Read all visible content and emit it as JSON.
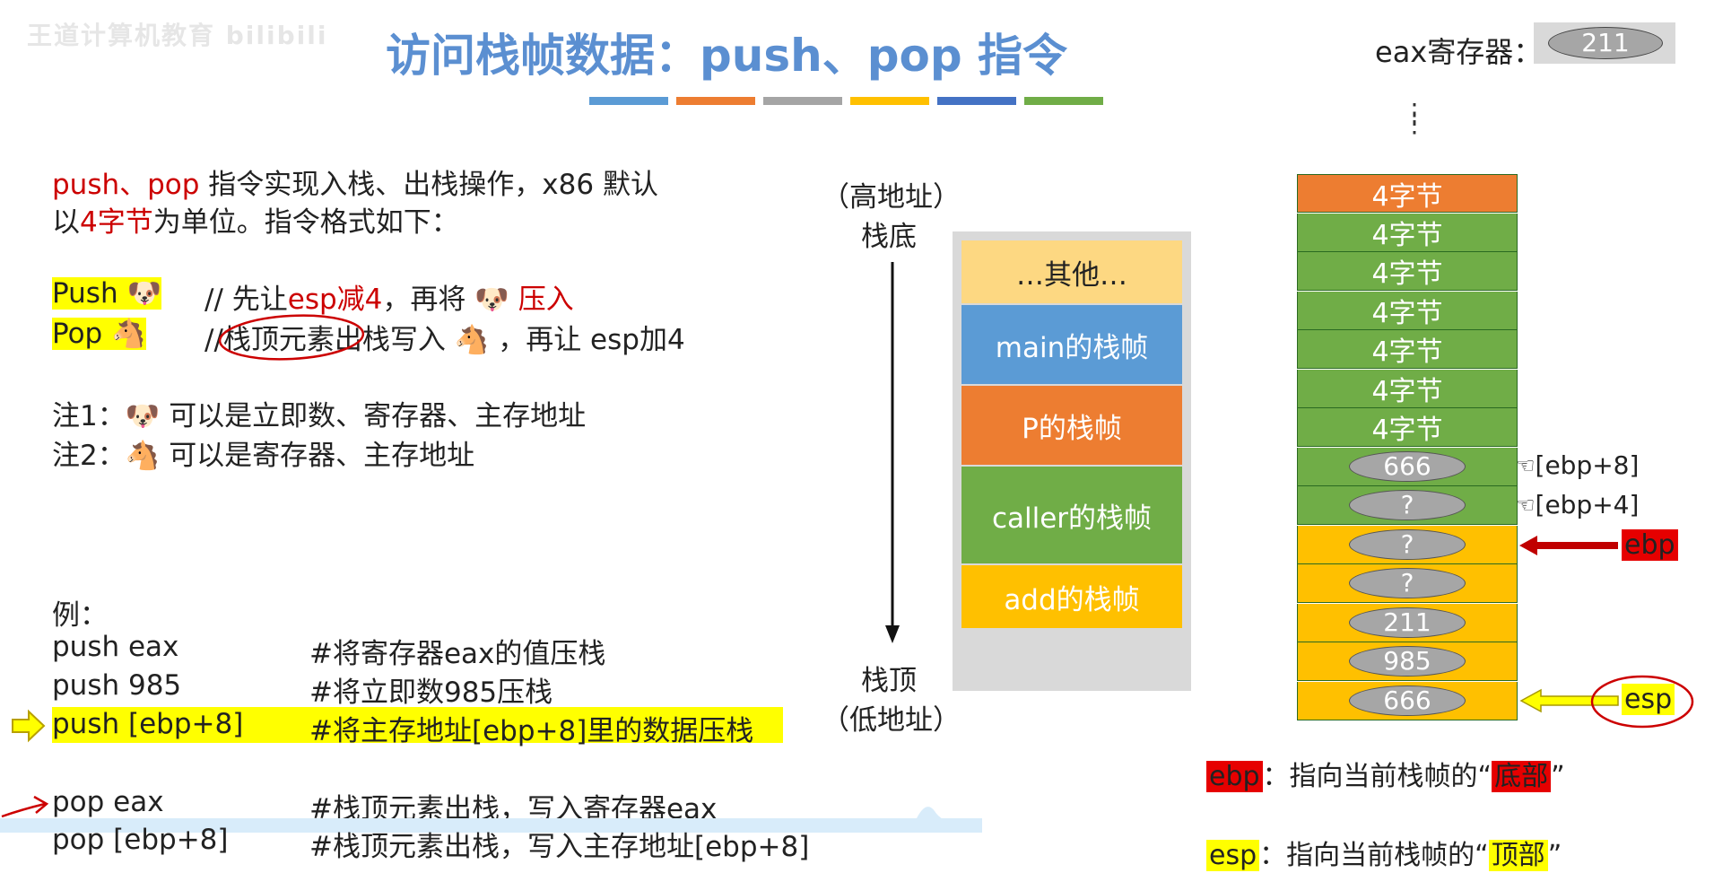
{
  "watermark": "王道计算机教育 bilibili",
  "title": "访问栈帧数据：push、pop 指令",
  "title_bar_colors": [
    "#5b9bd5",
    "#ed7d31",
    "#a5a5a5",
    "#ffc000",
    "#4472c4",
    "#70ad47"
  ],
  "eax": {
    "label": "eax寄存器：",
    "value": "211"
  },
  "vdots": "⋮",
  "intro": {
    "line1_a": "push、pop",
    "line1_b": " 指令实现入栈、出栈操作，x86 默认",
    "line2_a": "以",
    "line2_b": "4字节",
    "line2_c": "为单位。指令格式如下："
  },
  "formats": {
    "push_kw": "Push",
    "push_c1": "// 先让",
    "push_c2": "esp减4",
    "push_c3": "，再将",
    "push_c4": "压入",
    "pop_kw": "Pop",
    "pop_c1": "//栈顶元素出栈写入",
    "pop_c2": "，再让 esp加4"
  },
  "notes": {
    "n1_label": "注1：",
    "n1_text": "可以是立即数、寄存器、主存地址",
    "n2_label": "注2：",
    "n2_text": "可以是寄存器、主存地址"
  },
  "example": {
    "label": "例：",
    "rows": [
      {
        "code": "push eax",
        "comment": "#将寄存器eax的值压栈"
      },
      {
        "code": "push 985",
        "comment": "#将立即数985压栈"
      },
      {
        "code": "push [ebp+8]",
        "comment": "#将主存地址[ebp+8]里的数据压栈"
      },
      {
        "code": "pop eax",
        "comment": "#栈顶元素出栈，写入寄存器eax"
      },
      {
        "code": "pop [ebp+8]",
        "comment": "#栈顶元素出栈，写入主存地址[ebp+8]"
      }
    ]
  },
  "mid_stack": {
    "high": "（高地址）",
    "bottom": "栈底",
    "top": "栈顶",
    "low": "（低地址）",
    "segments": [
      {
        "label": "…其他…",
        "color": "#fdd882"
      },
      {
        "label": "main的栈帧",
        "color": "#5b9bd5"
      },
      {
        "label": "P的栈帧",
        "color": "#ed7d31"
      },
      {
        "label": "caller的栈帧",
        "color": "#70ad47"
      },
      {
        "label": "add的栈帧",
        "color": "#ffc000"
      }
    ]
  },
  "right_stack": {
    "cells": [
      {
        "label": "4字节",
        "color": "#ed7d31",
        "oval": false
      },
      {
        "label": "4字节",
        "color": "#70ad47",
        "oval": false
      },
      {
        "label": "4字节",
        "color": "#70ad47",
        "oval": false
      },
      {
        "label": "4字节",
        "color": "#70ad47",
        "oval": false
      },
      {
        "label": "4字节",
        "color": "#70ad47",
        "oval": false
      },
      {
        "label": "4字节",
        "color": "#70ad47",
        "oval": false
      },
      {
        "label": "4字节",
        "color": "#70ad47",
        "oval": false
      },
      {
        "label": "666",
        "color": "#70ad47",
        "oval": true
      },
      {
        "label": "?",
        "color": "#70ad47",
        "oval": true
      },
      {
        "label": "?",
        "color": "#ffc000",
        "oval": true
      },
      {
        "label": "?",
        "color": "#ffc000",
        "oval": true
      },
      {
        "label": "211",
        "color": "#ffc000",
        "oval": true
      },
      {
        "label": "985",
        "color": "#ffc000",
        "oval": true
      },
      {
        "label": "666",
        "color": "#ffc000",
        "oval": true
      }
    ],
    "ebp8": "[ebp+8]",
    "ebp4": "[ebp+4]",
    "ebp": "ebp",
    "esp": "esp"
  },
  "legend": {
    "ebp_kw": "ebp",
    "ebp_text": "：指向当前栈帧的“",
    "ebp_hl": "底部",
    "ebp_end": "”",
    "esp_kw": "esp",
    "esp_text": "：指向当前栈帧的“",
    "esp_hl": "顶部",
    "esp_end": "”"
  }
}
